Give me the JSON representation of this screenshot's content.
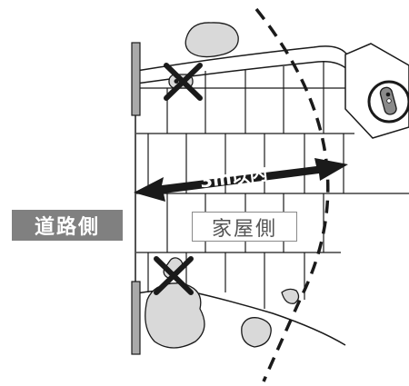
{
  "labels": {
    "road_side": "道路側",
    "house_side": "家屋側",
    "distance": "3m以内"
  },
  "icons": {
    "not_allowed": "cross-icon",
    "allowed": "circle-icon",
    "device": "remote-key-icon"
  },
  "colors": {
    "line": "#1a1a1a",
    "label_fill": "#808080",
    "blob_fill": "#d9d9d9",
    "wall_fill": "#a9a9a9"
  }
}
